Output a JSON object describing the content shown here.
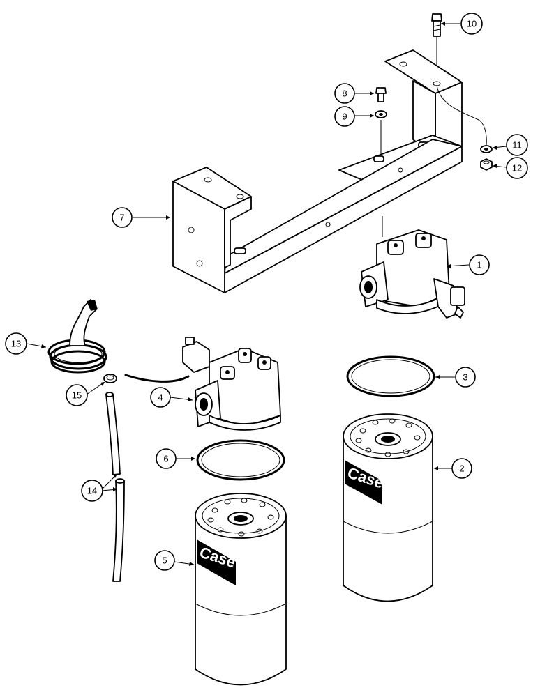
{
  "callouts": [
    {
      "id": "1",
      "label": "1"
    },
    {
      "id": "2",
      "label": "2"
    },
    {
      "id": "3",
      "label": "3"
    },
    {
      "id": "4",
      "label": "4"
    },
    {
      "id": "5",
      "label": "5"
    },
    {
      "id": "6",
      "label": "6"
    },
    {
      "id": "7",
      "label": "7"
    },
    {
      "id": "8",
      "label": "8"
    },
    {
      "id": "9",
      "label": "9"
    },
    {
      "id": "10",
      "label": "10"
    },
    {
      "id": "11",
      "label": "11"
    },
    {
      "id": "12",
      "label": "12"
    },
    {
      "id": "13",
      "label": "13"
    },
    {
      "id": "14",
      "label": "14"
    },
    {
      "id": "15",
      "label": "15"
    }
  ],
  "brand": {
    "filter_left": "Case",
    "filter_right": "Case"
  }
}
